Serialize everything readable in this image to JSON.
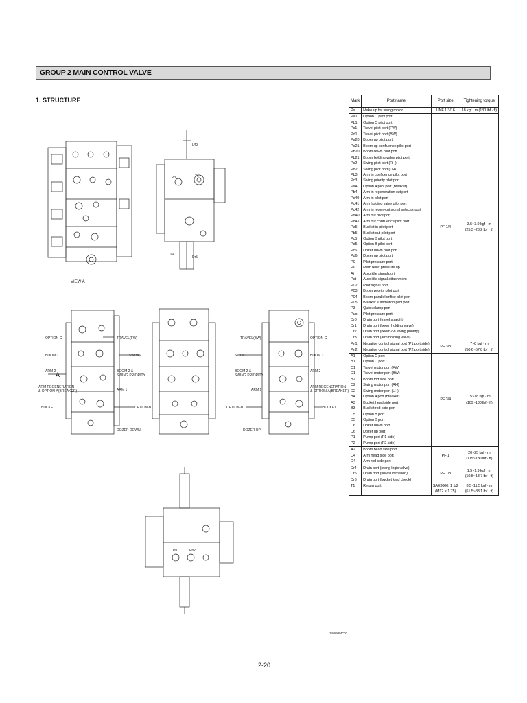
{
  "header": {
    "title": "GROUP  2  MAIN CONTROL VALVE"
  },
  "section": {
    "title": "1.  STRUCTURE"
  },
  "table": {
    "headers": [
      "Mark",
      "Port name",
      "Port size",
      "Tightening torque"
    ],
    "groups": [
      {
        "marks": [
          "Ps"
        ],
        "names": [
          "Make up for swing motor"
        ],
        "size": [
          "UNF 1 3/16"
        ],
        "torque": [
          "18 kgf · m (130 lbf · ft)"
        ]
      },
      {
        "marks": [
          "Pa1",
          "Pb1",
          "Pc1",
          "Pd1",
          "Pa20",
          "Pa21",
          "Pb20",
          "Pb21",
          "Pc2",
          "Pd2",
          "Pb3",
          "Pc3",
          "Pa4",
          "Pb4",
          "Pc40",
          "Pc41",
          "Pc42",
          "Pd40",
          "Pd41",
          "Pa5",
          "Pb5",
          "Pc5",
          "Pd5",
          "Pc6",
          "Pd6",
          "P0",
          "Pu",
          "Ai",
          "Pat",
          "P02",
          "P03",
          "P04",
          "P05",
          "P3",
          "Puo",
          "Dr0",
          "Dr1",
          "Dr2",
          "Dr3"
        ],
        "names": [
          "Option C pilot port",
          "Option C pilot port",
          "Travel pilot port (FW)",
          "Travel pilot port (BW)",
          "Boom up pilot port",
          "Boom up confluence pilot port",
          "Boom down pilot port",
          "Boom holding valve pilot port",
          "Swing pilot port (RH)",
          "Swing pilot port (LH)",
          "Arm in confluence pilot port",
          "Swing priority pilot port",
          "Option A pilot port (breaker)",
          "Arm in regeneration cut port",
          "Arm in pilot port",
          "Arm holding valve pilot port",
          "Arm in regen-cut signal selector port",
          "Arm out pilot port",
          "Arm out confluence pilot port",
          "Bucket in pilot port",
          "Bucket out pilot port",
          "Option B pilot port",
          "Option B pilot port",
          "Dozer down pilot port",
          "Dozer up pilot port",
          "Pilot pressure port",
          "Main relief pressure up",
          "Auto idle signal port",
          "Auto idle signal-attachment",
          "Pilot signal port",
          "Boom priority pilot port",
          "Boom parallel orifice pilot port",
          "Breaker summation pilot port",
          "Quick clamp port",
          "Pilot pressure port",
          "Drain port (travel straight)",
          "Drain port (boom holding valve)",
          "Drain port (boom2 & swing priority)",
          "Drain port (arm holding valve)"
        ],
        "size": [
          "PF 1/4"
        ],
        "torque": [
          "3.5~3.9 kgf · m",
          "(25.3~28.2 lbf · ft)"
        ]
      },
      {
        "marks": [
          "Pn1",
          "Pn2"
        ],
        "names": [
          "Negative control signal port (P1 port side)",
          "Negative control signal port (P2 port side)"
        ],
        "size": [
          "PF 3/8"
        ],
        "torque": [
          "7~8 kgf · m",
          "(50.6~57.8 lbf · ft)"
        ]
      },
      {
        "marks": [
          "A1",
          "B1",
          "C1",
          "D1",
          "B2",
          "C2",
          "D2",
          "B4",
          "A3",
          "B3",
          "C5",
          "D5",
          "C6",
          "D6",
          "P1",
          "P2"
        ],
        "names": [
          "Option C port",
          "Option C port",
          "Travel motor port (FW)",
          "Travel motor port (BW)",
          "Boom rod side port",
          "Swing motor port (RH)",
          "Swing motor port (LH)",
          "Option A port (breaker)",
          "Bucket head side port",
          "Bucket rod side port",
          "Option B port",
          "Option B port",
          "Dozer down port",
          "Dozer up port",
          "Pump port (P1 side)",
          "Pump port (P2 side)"
        ],
        "size": [
          "PF 3/4"
        ],
        "torque": [
          "15~18 kgf · m",
          "(109~130 lbf · ft)"
        ]
      },
      {
        "marks": [
          "A2",
          "C4",
          "D4"
        ],
        "names": [
          "Boom head side port",
          "Arm head side port",
          "Arm rod side port"
        ],
        "size": [
          "PF 1"
        ],
        "torque": [
          "20~25 kgf · m",
          "(115~180 lbf · ft)"
        ]
      },
      {
        "marks": [
          "Dr4",
          "Dr5",
          "Dr6"
        ],
        "names": [
          "Drain port (swing logic valve)",
          "Drain port (flow summation)",
          "Drain port (bucket load check)"
        ],
        "size": [
          "PF 1/8"
        ],
        "torque": [
          "1.5~1.9 kgf · m",
          "(10.8~13.7 lbf · ft)"
        ]
      },
      {
        "marks": [
          "T1"
        ],
        "names": [
          "Return port"
        ],
        "size": [
          "SAE3000, 1 1/2",
          "(M12 × 1.75)"
        ],
        "torque": [
          "8.5~11.5 kgf · m",
          "(61.5~83.1 lbf · ft)"
        ]
      }
    ]
  },
  "drawing": {
    "view_label": "VIEW  A",
    "left_labels": [
      "OPTION-C",
      "BOOM 1",
      "ARM 2",
      "ARM REGENERATION",
      "& OPTION-A(BREAKER)",
      "BUCKET"
    ],
    "center_labels_left": [
      "TRAVEL(FW)",
      "SWING",
      "BOOM 2 &",
      "SWING PRIORITY",
      "ARM 1",
      "OPTION-B",
      "DOZER DOWN"
    ],
    "center_labels_right": [
      "TRAVEL(BW)",
      "SWING",
      "BOOM 2 &",
      "SWING PRIORITY",
      "ARM 1",
      "OPTION-B",
      "DOZER UP"
    ],
    "right_labels": [
      "OPTION-C",
      "BOOM 1",
      "ARM 2",
      "ARM REGENERATION",
      "& OPTION-A(BREAKER)",
      "BUCKET"
    ],
    "arrow_label": "A",
    "port_tags": [
      "Dr3",
      "Dr4",
      "Dr5",
      "Pn1",
      "Pn2",
      "P3",
      "T1"
    ]
  },
  "footer": {
    "code": "14W92MC01",
    "page": "2-20"
  }
}
